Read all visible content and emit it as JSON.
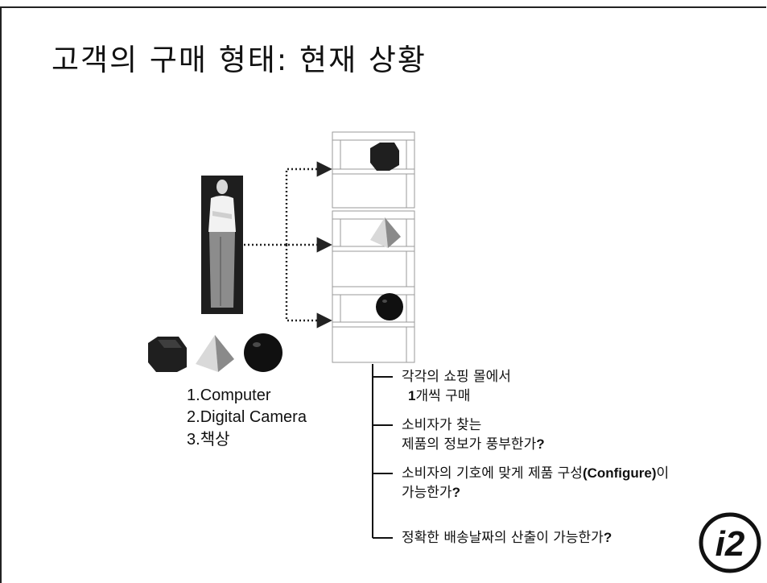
{
  "slide": {
    "title": "고객의 구매 형태: 현재 상황"
  },
  "products": {
    "items": [
      {
        "number": "1.",
        "name": "Computer",
        "icon": "cube-icon"
      },
      {
        "number": "2.",
        "name": "Digital Camera",
        "icon": "pyramid-icon"
      },
      {
        "number": "3.",
        "name": "책상",
        "icon": "sphere-icon"
      }
    ]
  },
  "bullets": {
    "b1_line1": "각각의 쇼핑 몰에서",
    "b1_line2_num": "1",
    "b1_line2_text": "개씩 구매",
    "b2_line1": "소비자가 찾는",
    "b2_line2": "제품의 정보가 풍부한가",
    "b2_q": "?",
    "b3_line1_a": "소비자의 기호에 맞게 제품 구성",
    "b3_line1_en": "(Configure)",
    "b3_line1_b": "이",
    "b3_line2": "가능한가",
    "b3_q": "?",
    "b4_line1": "정확한 배송날짜의 산출이 가능한가",
    "b4_q": "?"
  },
  "logo": {
    "text": "i2"
  },
  "colors": {
    "cube": "#2a2a2a",
    "pyramid": "#e8a070",
    "sphere": "#111111",
    "arrow": "#222222",
    "panel_border": "#999999"
  }
}
